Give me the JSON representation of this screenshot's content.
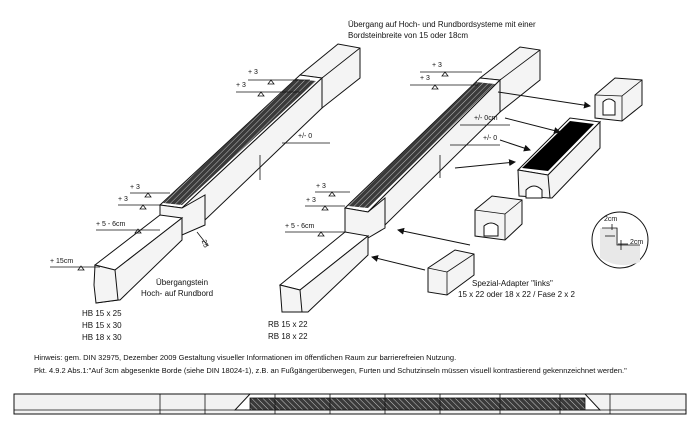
{
  "header_note": {
    "line1": "Übergang auf Hoch- und Rundbordsysteme mit einer",
    "line2": "Bordsteinbreite von 15 oder 18cm"
  },
  "left_assembly": {
    "height_labels": [
      "+ 3",
      "+ 3",
      "+/- 0",
      "+ 3",
      "+ 3",
      "+ 5 - 6cm",
      "+ 15cm"
    ],
    "dim_25": "25",
    "caption_line1": "Übergangstein",
    "caption_line2": "Hoch- auf Rundbord",
    "sizes": [
      "HB 15 x 25",
      "HB 15 x 30",
      "HB 18 x 30"
    ]
  },
  "right_assembly": {
    "height_labels": [
      "+ 3",
      "+ 3",
      "+/- 0cm",
      "+/- 0",
      "+ 3",
      "+ 3",
      "+ 5 - 6cm"
    ],
    "sizes": [
      "RB 15 x 22",
      "RB 18 x 22"
    ]
  },
  "adapter": {
    "caption_line1": "Spezial-Adapter \"links\"",
    "caption_line2": "15 x 22 oder 18 x 22 / Fase 2 x 2"
  },
  "detail": {
    "label_a": "2cm",
    "label_b": "2cm"
  },
  "footer": {
    "hint_prefix": "Hinweis:",
    "hint_text": " gem. DIN 32975, Dezember 2009  Gestaltung visueller Informationen im öffentlichen Raum zur barrierefreien Nutzung.",
    "quote_prefix": "Pkt. 4.9.2 Abs.1:",
    "quote_text": "\"Auf 3cm abgesenkte Borde (siehe DIN 18024-1), z.B. an Fußgängerüberwegen, Furten und Schutzinseln müssen visuell kontrastierend gekennzeichnet werden.\""
  }
}
